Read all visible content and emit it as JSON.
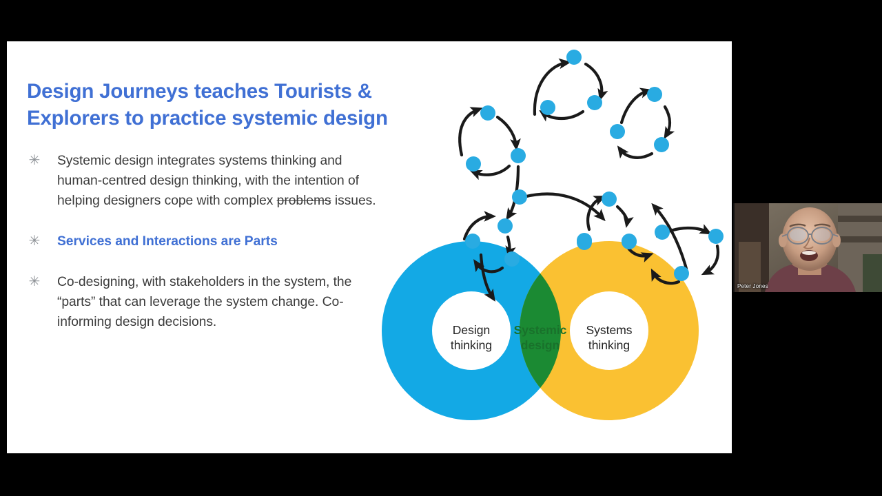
{
  "app": {
    "background_color": "#000000",
    "slide_background": "#ffffff"
  },
  "slide": {
    "title": "Design Journeys teaches Tourists & Explorers to practice systemic design",
    "title_color": "#4070d4",
    "bullets": [
      {
        "marker": "✳",
        "style": "normal",
        "segments": [
          {
            "text": "Systemic design integrates systems thinking and human-centred design thinking, with the intention of helping designers cope with complex ",
            "strike": false
          },
          {
            "text": "problems",
            "strike": true
          },
          {
            "text": " issues.",
            "strike": false
          }
        ],
        "plain": "Systemic design integrates systems thinking and human-centred design thinking, with the intention of helping designers cope with complex problems issues."
      },
      {
        "marker": "✳",
        "style": "accent",
        "segments": [
          {
            "text": "Services and Interactions are Parts",
            "strike": false
          }
        ],
        "plain": "Services and Interactions are Parts"
      },
      {
        "marker": "✳",
        "style": "normal",
        "segments": [
          {
            "text": "Co-designing, with stakeholders in the system, the “parts” that can leverage the system change.  Co-informing design decisions.",
            "strike": false
          }
        ],
        "plain": "Co-designing, with stakeholders in the system, the “parts” that can leverage the system change.  Co-informing design decisions."
      }
    ]
  },
  "venn": {
    "left_label": "Design thinking",
    "left_label_line1": "Design",
    "left_label_line2": "thinking",
    "right_label": "Systems thinking",
    "right_label_line1": "Systems",
    "right_label_line2": "thinking",
    "center_label": "Systemic design",
    "center_label_line1": "Systemic",
    "center_label_line2": "design",
    "left_color": "#13a9e5",
    "right_color": "#fac132",
    "overlap_color": "#1b8a33",
    "hole_color": "#ffffff"
  },
  "network": {
    "node_color": "#29abe2",
    "arrow_color": "#1a1a1a",
    "node_count": 21,
    "cluster_count": 6,
    "description": "Blue circular nodes joined by curved black arrows forming triangular feedback loops"
  },
  "webcam": {
    "participant_name": "Peter Jones",
    "name_color": "#ffffff"
  }
}
